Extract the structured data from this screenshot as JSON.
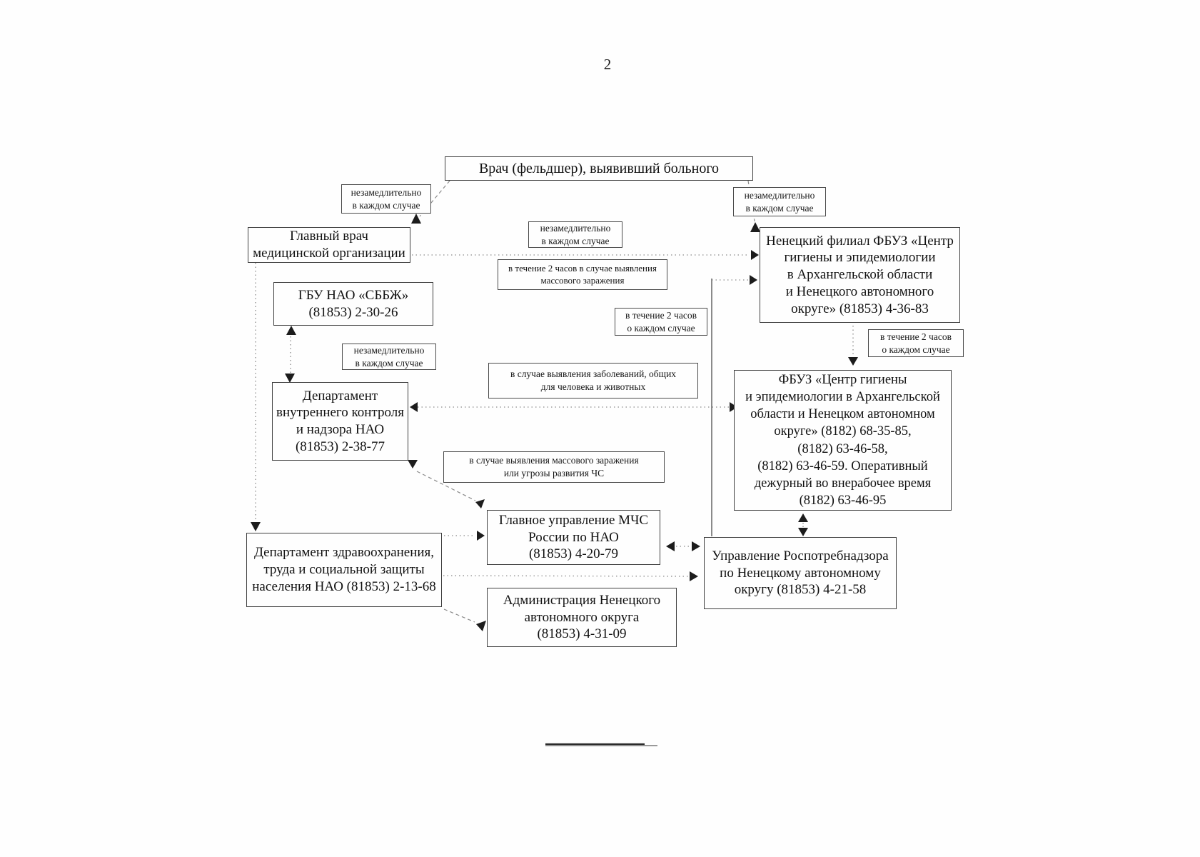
{
  "page": {
    "number": "2"
  },
  "nodes": {
    "doctor": "Врач (фельдшер), выявивший больного",
    "chief_physician": "Главный врач\nмедицинской организации",
    "sbbzh": "ГБУ НАО «СББЖ»\n(81853) 2-30-26",
    "dept_internal_control": "Департамент\nвнутреннего контроля\nи надзора НАО\n(81853) 2-38-77",
    "dept_health": "Департамент здравоохранения,\nтруда и социальной защиты\nнаселения НАО (81853) 2-13-68",
    "mchs": "Главное управление МЧС\nРоссии по НАО\n(81853) 4-20-79",
    "administration": "Администрация Ненецкого\nавтономного округа\n(81853) 4-31-09",
    "nenets_branch_fbuz": "Ненецкий филиал ФБУЗ «Центр\nгигиены и эпидемиологии\nв Архангельской области\nи Ненецкого автономного\nокруге» (81853) 4-36-83",
    "fbuz_center": "ФБУЗ «Центр гигиены\nи эпидемиологии в Архангельской\nобласти и Ненецком автономном\nокруге» (8182) 68-35-85,\n(8182) 63-46-58,\n(8182) 63-46-59. Оперативный\nдежурный во внерабочее время\n(8182) 63-46-95",
    "rospotrebnadzor": "Управление Роспотребнадзора\nпо Ненецкому автономному\nокругу (81853) 4-21-58"
  },
  "labels": {
    "immediately_each_case_left": "незамедлительно\nв каждом случае",
    "immediately_each_case_right": "незамедлительно\nв каждом случае",
    "immediately_each_case_center": "незамедлительно\nв каждом случае",
    "immediately_each_case_mid_left": "незамедлительно\nв каждом случае",
    "within_2h_mass_infection": "в течение 2 часов в случае выявления\nмассового заражения",
    "within_2h_each_case_center": "в течение 2 часов\nо каждом случае",
    "within_2h_each_case_right": "в течение 2 часов\nо каждом случае",
    "common_human_animal": "в случае выявления заболеваний, общих\nдля человека и животных",
    "mass_infection_or_emergency": "в случае выявления массового заражения\nили угрозы развития ЧС"
  },
  "colors": {
    "box_border": "#3f3f3f",
    "arrow": "#1c1c1c",
    "connector": "#8a8a8a"
  }
}
